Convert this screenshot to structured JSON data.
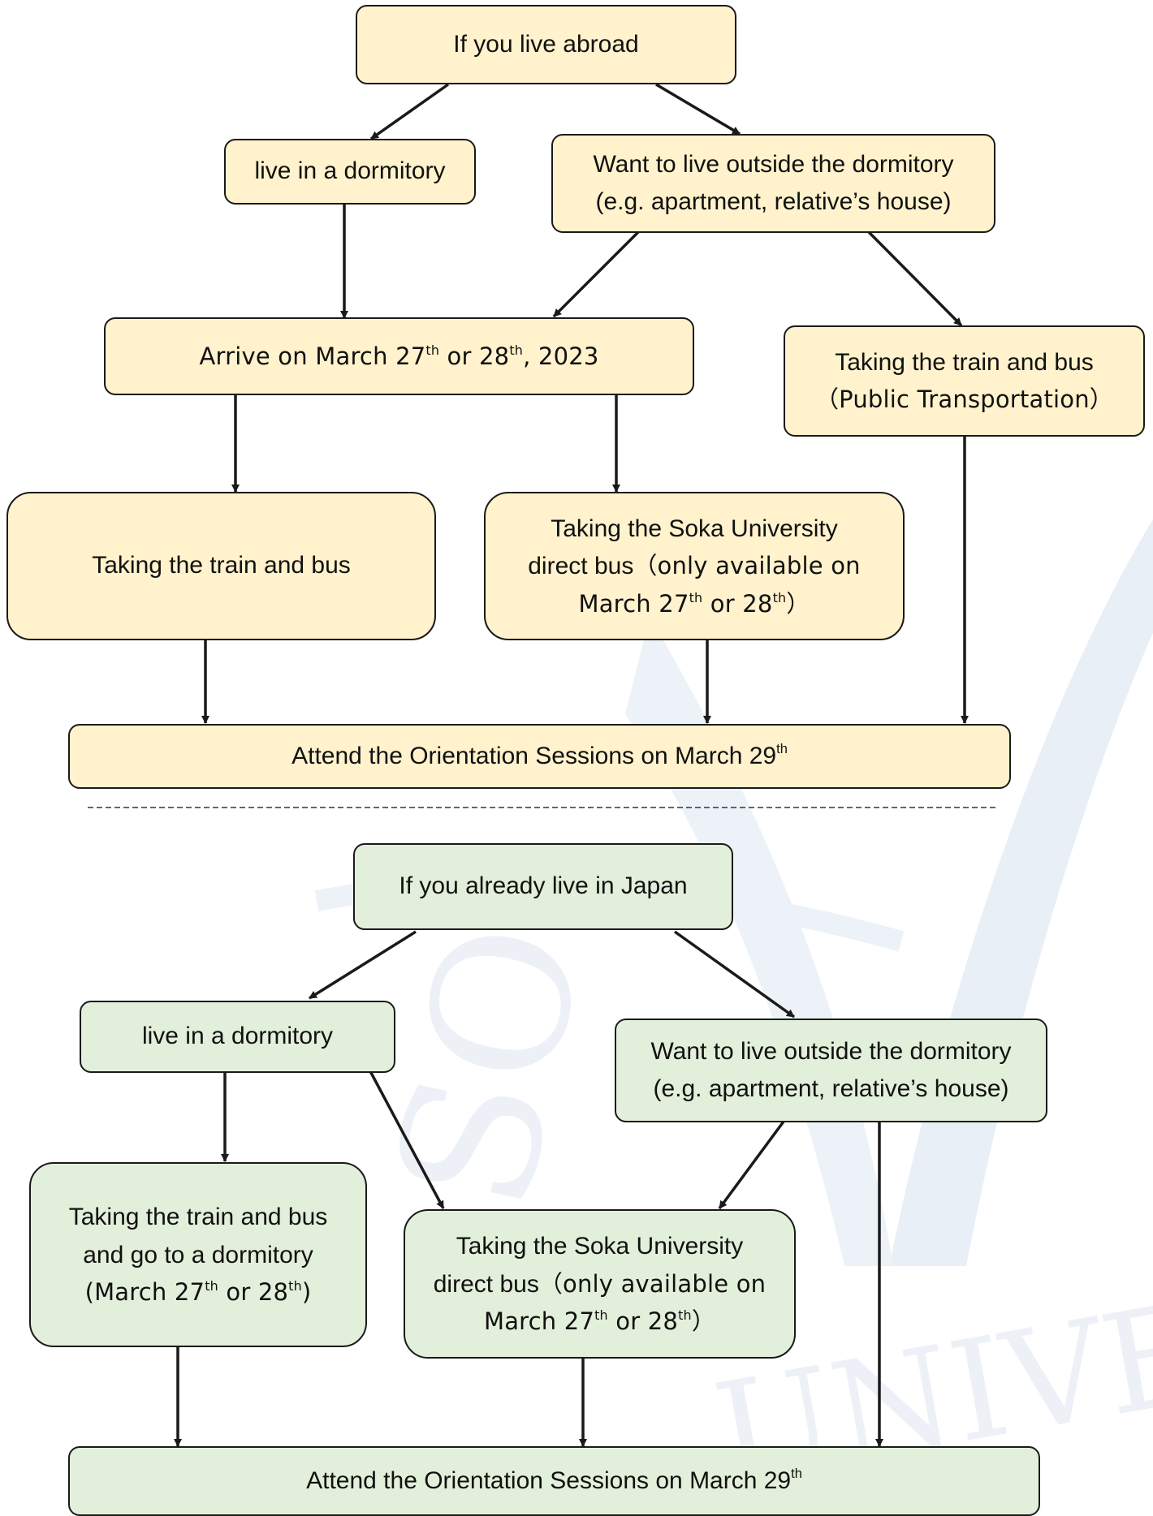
{
  "abroad": {
    "start": "If you live abroad",
    "dorm": "live in a dormitory",
    "outside_line1": "Want to live outside the dormitory",
    "outside_line2": "(e.g. apartment, relative’s house)",
    "arrive_pre": "Arrive on March 27",
    "arrive_sup1": "th",
    "arrive_mid": " or 28",
    "arrive_sup2": "th",
    "arrive_post": ", 2023",
    "public_line1": "Taking the train and bus",
    "public_line2": "（Public Transportation）",
    "train": "Taking the train and bus",
    "direct_line1": "Taking the Soka University",
    "direct_line2a": "direct bus",
    "direct_line2b": "（only available on",
    "direct_line3_pre": "March 27",
    "direct_line3_sup1": "th",
    "direct_line3_mid": " or 28",
    "direct_line3_sup2": "th",
    "direct_line3_post": "）",
    "attend_pre": "Attend the Orientation Sessions on March 29",
    "attend_sup": "th"
  },
  "japan": {
    "start": "If you already live in Japan",
    "dorm": "live in a dormitory",
    "outside_line1": "Want to live outside the dormitory",
    "outside_line2": "(e.g. apartment, relative’s house)",
    "train_line1": "Taking the train and bus",
    "train_line2": "and go to a dormitory",
    "train_line3_pre": "(March 27",
    "train_line3_sup1": "th",
    "train_line3_mid": " or 28",
    "train_line3_sup2": "th",
    "train_line3_post": ")",
    "direct_line1": "Taking the Soka University",
    "direct_line2a": "direct bus",
    "direct_line2b": "（only available on",
    "direct_line3_pre": "March 27",
    "direct_line3_sup1": "th",
    "direct_line3_mid": " or 28",
    "direct_line3_sup2": "th",
    "direct_line3_post": "）",
    "attend_pre": "Attend the Orientation Sessions on March 29",
    "attend_sup": "th"
  },
  "watermark": {
    "text1": "SO",
    "text2": "UNIVER"
  },
  "colors": {
    "yellow_fill": "#fff2cc",
    "green_fill": "#e2efda",
    "stroke": "#1a1a1a",
    "watermark": "#e8eef6"
  }
}
